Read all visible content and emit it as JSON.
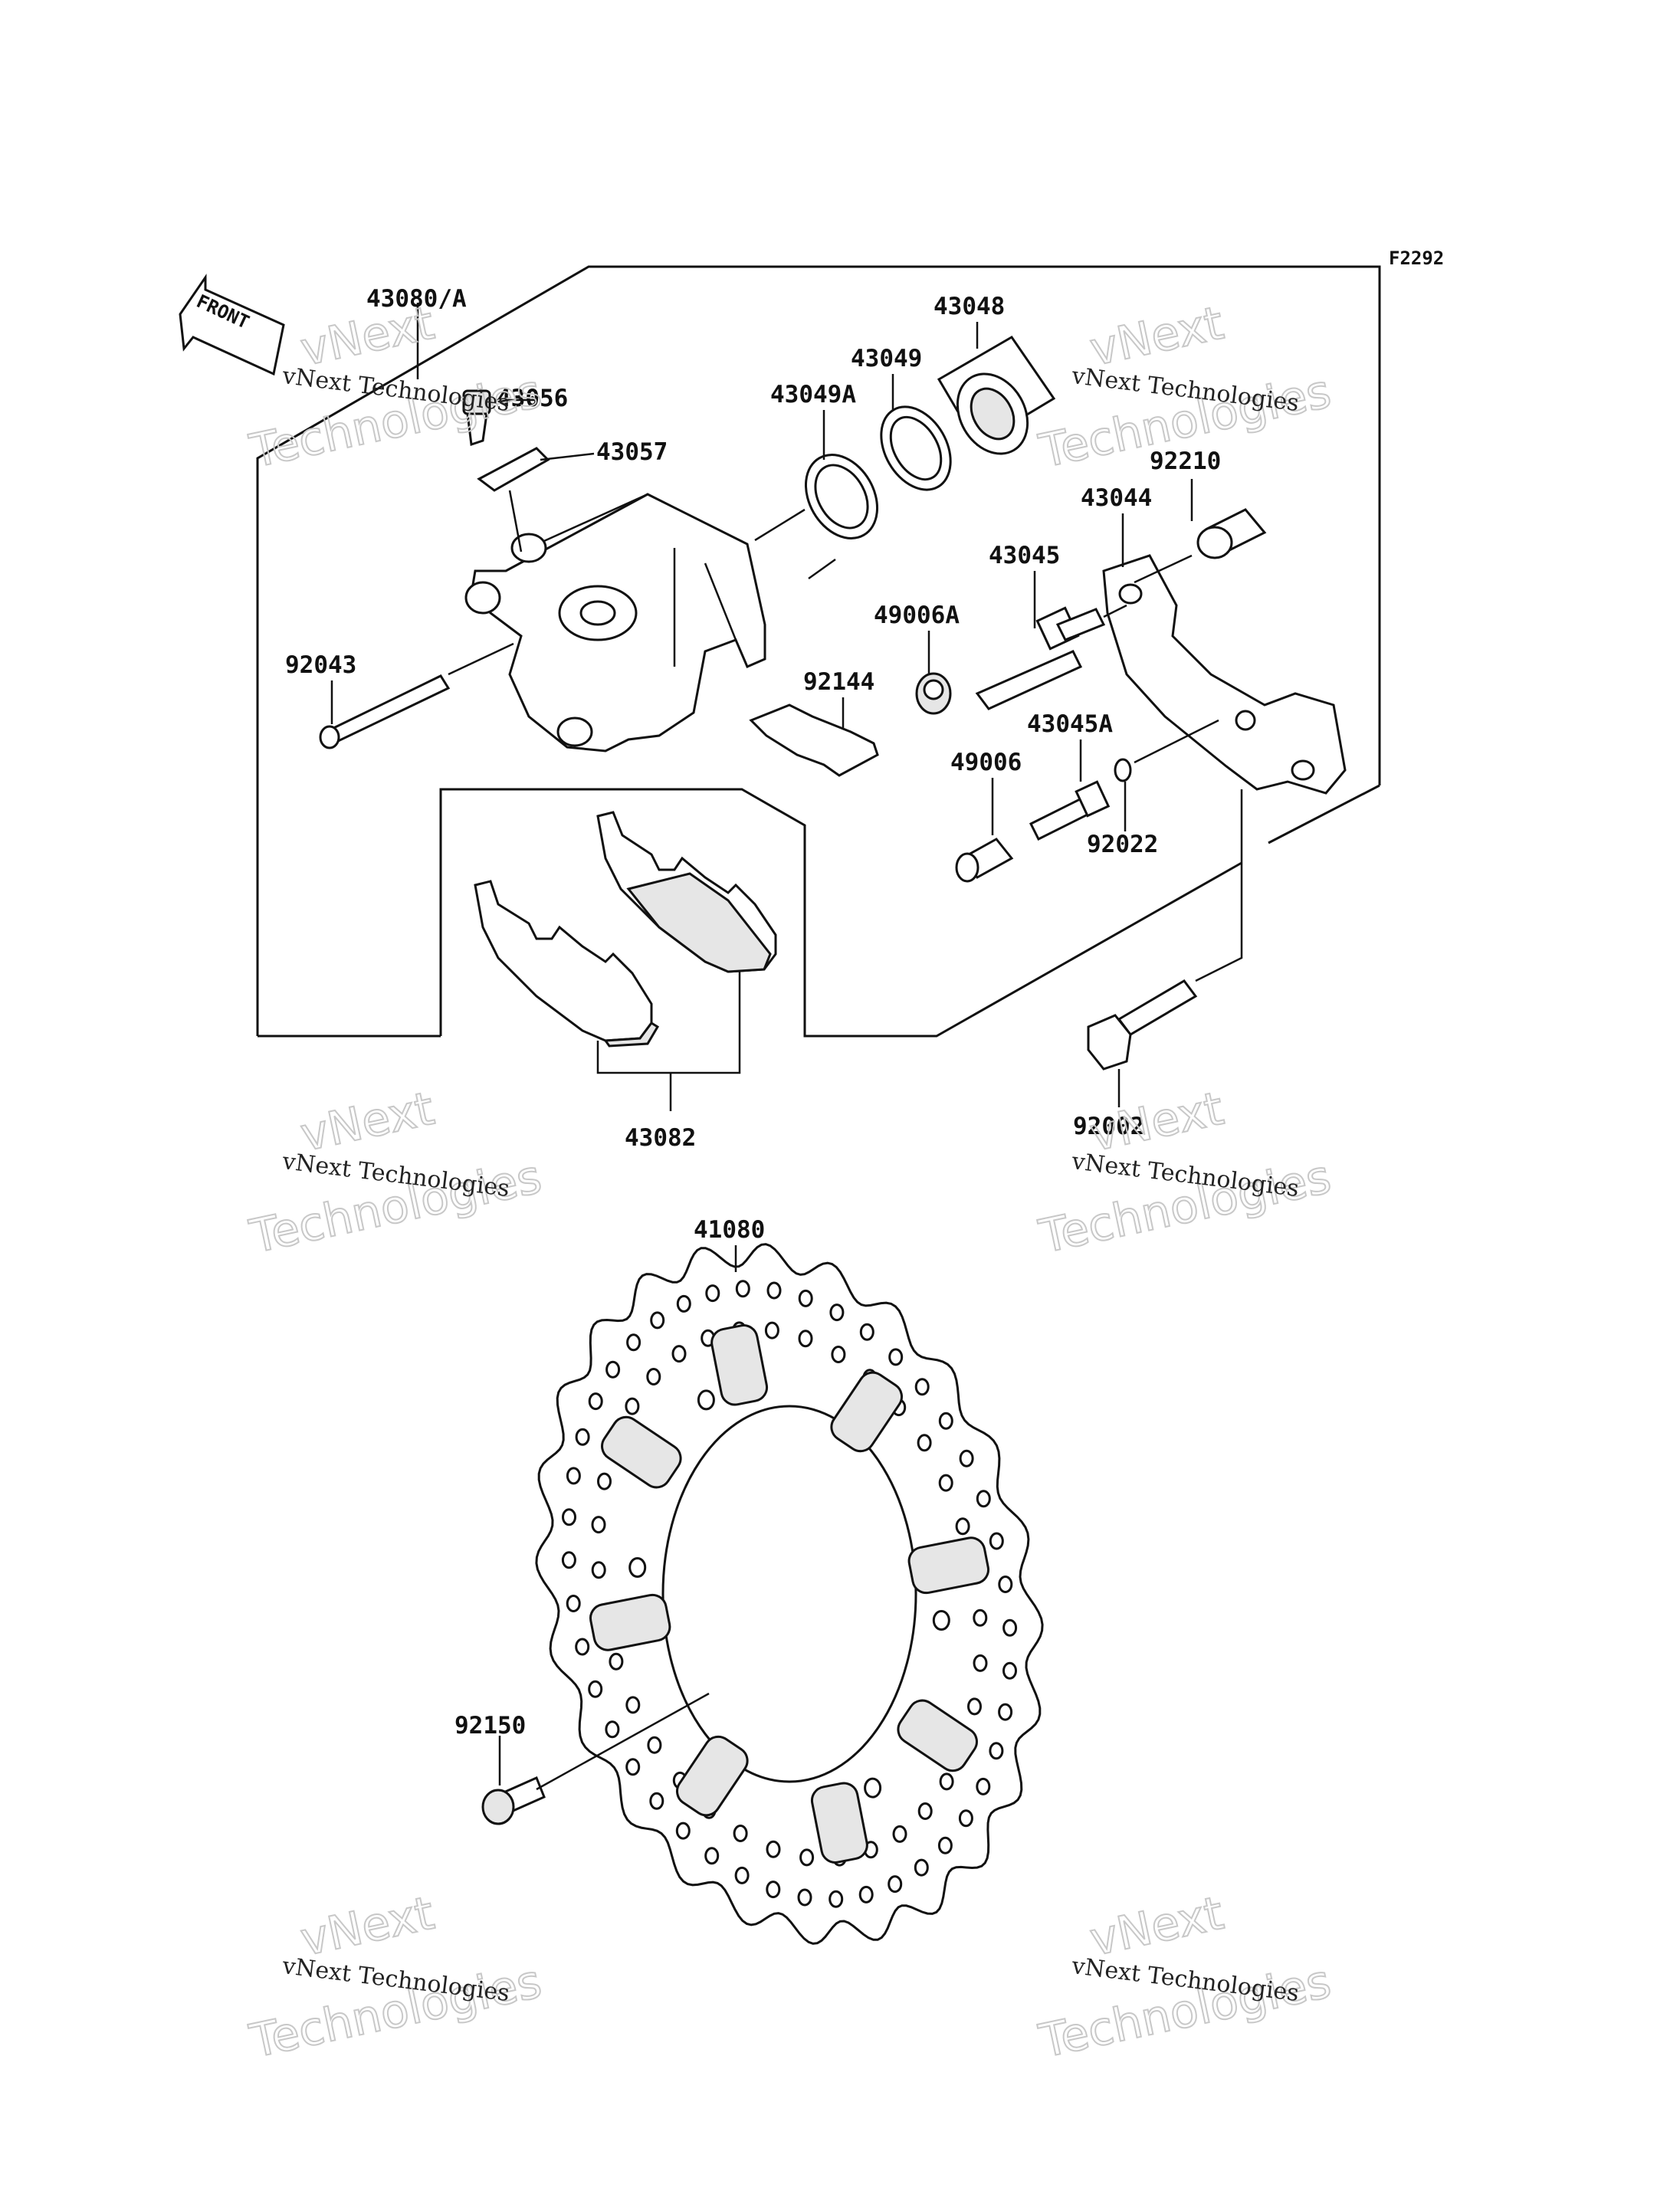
{
  "figure_code": "F2292",
  "front_label": "FRONT",
  "watermark": {
    "line1": "vNext Technologies",
    "line2": "vNext",
    "line3": "Technologies"
  },
  "parts": [
    {
      "id": "p43080",
      "number": "43080/A"
    },
    {
      "id": "p43056",
      "number": "43056"
    },
    {
      "id": "p43057",
      "number": "43057"
    },
    {
      "id": "p92043",
      "number": "92043"
    },
    {
      "id": "p43048",
      "number": "43048"
    },
    {
      "id": "p43049",
      "number": "43049"
    },
    {
      "id": "p43049A",
      "number": "43049A"
    },
    {
      "id": "p92210",
      "number": "92210"
    },
    {
      "id": "p43044",
      "number": "43044"
    },
    {
      "id": "p43045",
      "number": "43045"
    },
    {
      "id": "p49006A",
      "number": "49006A"
    },
    {
      "id": "p92144",
      "number": "92144"
    },
    {
      "id": "p43045A",
      "number": "43045A"
    },
    {
      "id": "p49006",
      "number": "49006"
    },
    {
      "id": "p92022",
      "number": "92022"
    },
    {
      "id": "p43082",
      "number": "43082"
    },
    {
      "id": "p92002",
      "number": "92002"
    },
    {
      "id": "p41080",
      "number": "41080"
    },
    {
      "id": "p92150",
      "number": "92150"
    }
  ]
}
